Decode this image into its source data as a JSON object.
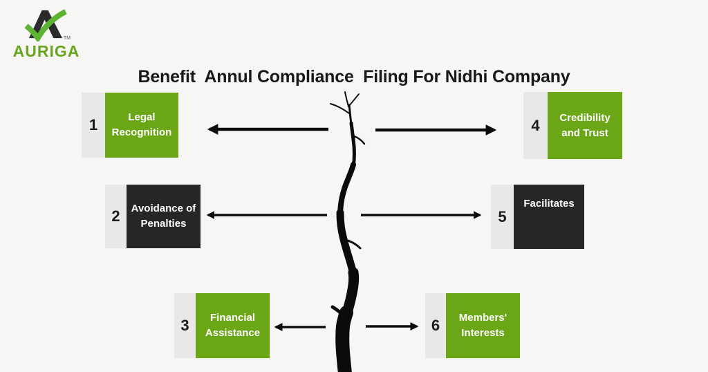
{
  "brand": {
    "name": "AURIGA",
    "trademark": "TM",
    "logo_icon": "mountain-a-with-green-checkmark"
  },
  "title": "Benefit  Annul Compliance  Filing For Nidhi Company",
  "colors": {
    "background": "#F7F6F4",
    "green": "#6BA616",
    "dark": "#262626",
    "number_tab": "#E9E8E6",
    "arrow_and_tree": "#0D0D0D",
    "brand_green": "#67A51E",
    "box_text": "#FFFFFF",
    "title_text": "#191919"
  },
  "graphics": {
    "center_art": "bare-tree-branch-silhouette",
    "connectors": "horizontal-arrows-pointing-to-each-benefit"
  },
  "benefits": [
    {
      "number": "1",
      "label": "Legal\nRecognition",
      "style": "green",
      "side": "left"
    },
    {
      "number": "2",
      "label": "Avoidance of\nPenalties",
      "style": "dark",
      "side": "left"
    },
    {
      "number": "3",
      "label": "Financial\nAssistance",
      "style": "green",
      "side": "left"
    },
    {
      "number": "4",
      "label": "Credibility\nand Trust",
      "style": "green",
      "side": "right"
    },
    {
      "number": "5",
      "label": "Facilitates",
      "style": "dark",
      "side": "right"
    },
    {
      "number": "6",
      "label": "Members'\nInterests",
      "style": "green",
      "side": "right"
    }
  ]
}
